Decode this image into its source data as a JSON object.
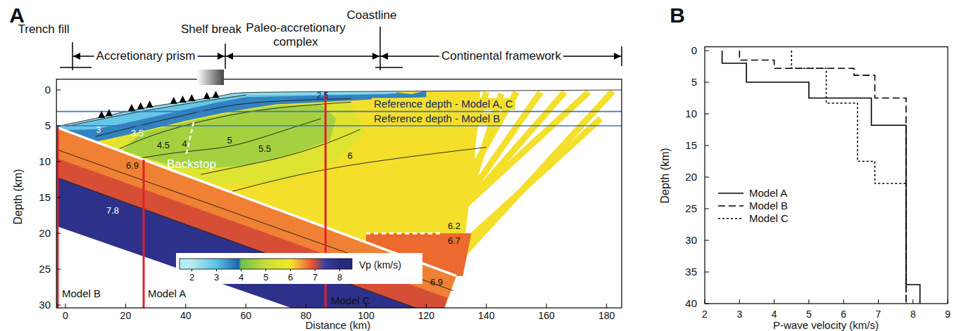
{
  "diagram": {
    "labels": [
      "A",
      "Trench fill",
      "Shelf break",
      "Coastline",
      "Accretionary prism",
      "Paleo-accretionary complex",
      "Continental framework",
      "Reference depth - Model A, C",
      "Reference depth - Model B",
      "Backstop",
      "2.5",
      "3",
      "3.5",
      "4",
      "4.5",
      "5",
      "5.5",
      "6",
      "6.9",
      "7.8",
      "6.2",
      "6.7",
      "6.9",
      "Model B",
      "Model A",
      "Model C",
      "Depth (km)",
      "0",
      "5",
      "10",
      "15",
      "20",
      "25",
      "30",
      "0",
      "20",
      "40",
      "60",
      "80",
      "100",
      "120",
      "140",
      "160",
      "180",
      "Distance (km)",
      "2",
      "3",
      "4",
      "5",
      "6",
      "7",
      "8",
      "Vp (km/s)",
      "B",
      "Depth (km)",
      "0",
      "5",
      "10",
      "15",
      "20",
      "25",
      "30",
      "35",
      "40",
      "2",
      "3",
      "4",
      "5",
      "6",
      "7",
      "8",
      "9",
      "P-wave velocity (km/s)"
    ],
    "legend": [
      {
        "text": "Model A"
      },
      {
        "text": "Model B"
      },
      {
        "text": "Model C"
      }
    ]
  }
}
